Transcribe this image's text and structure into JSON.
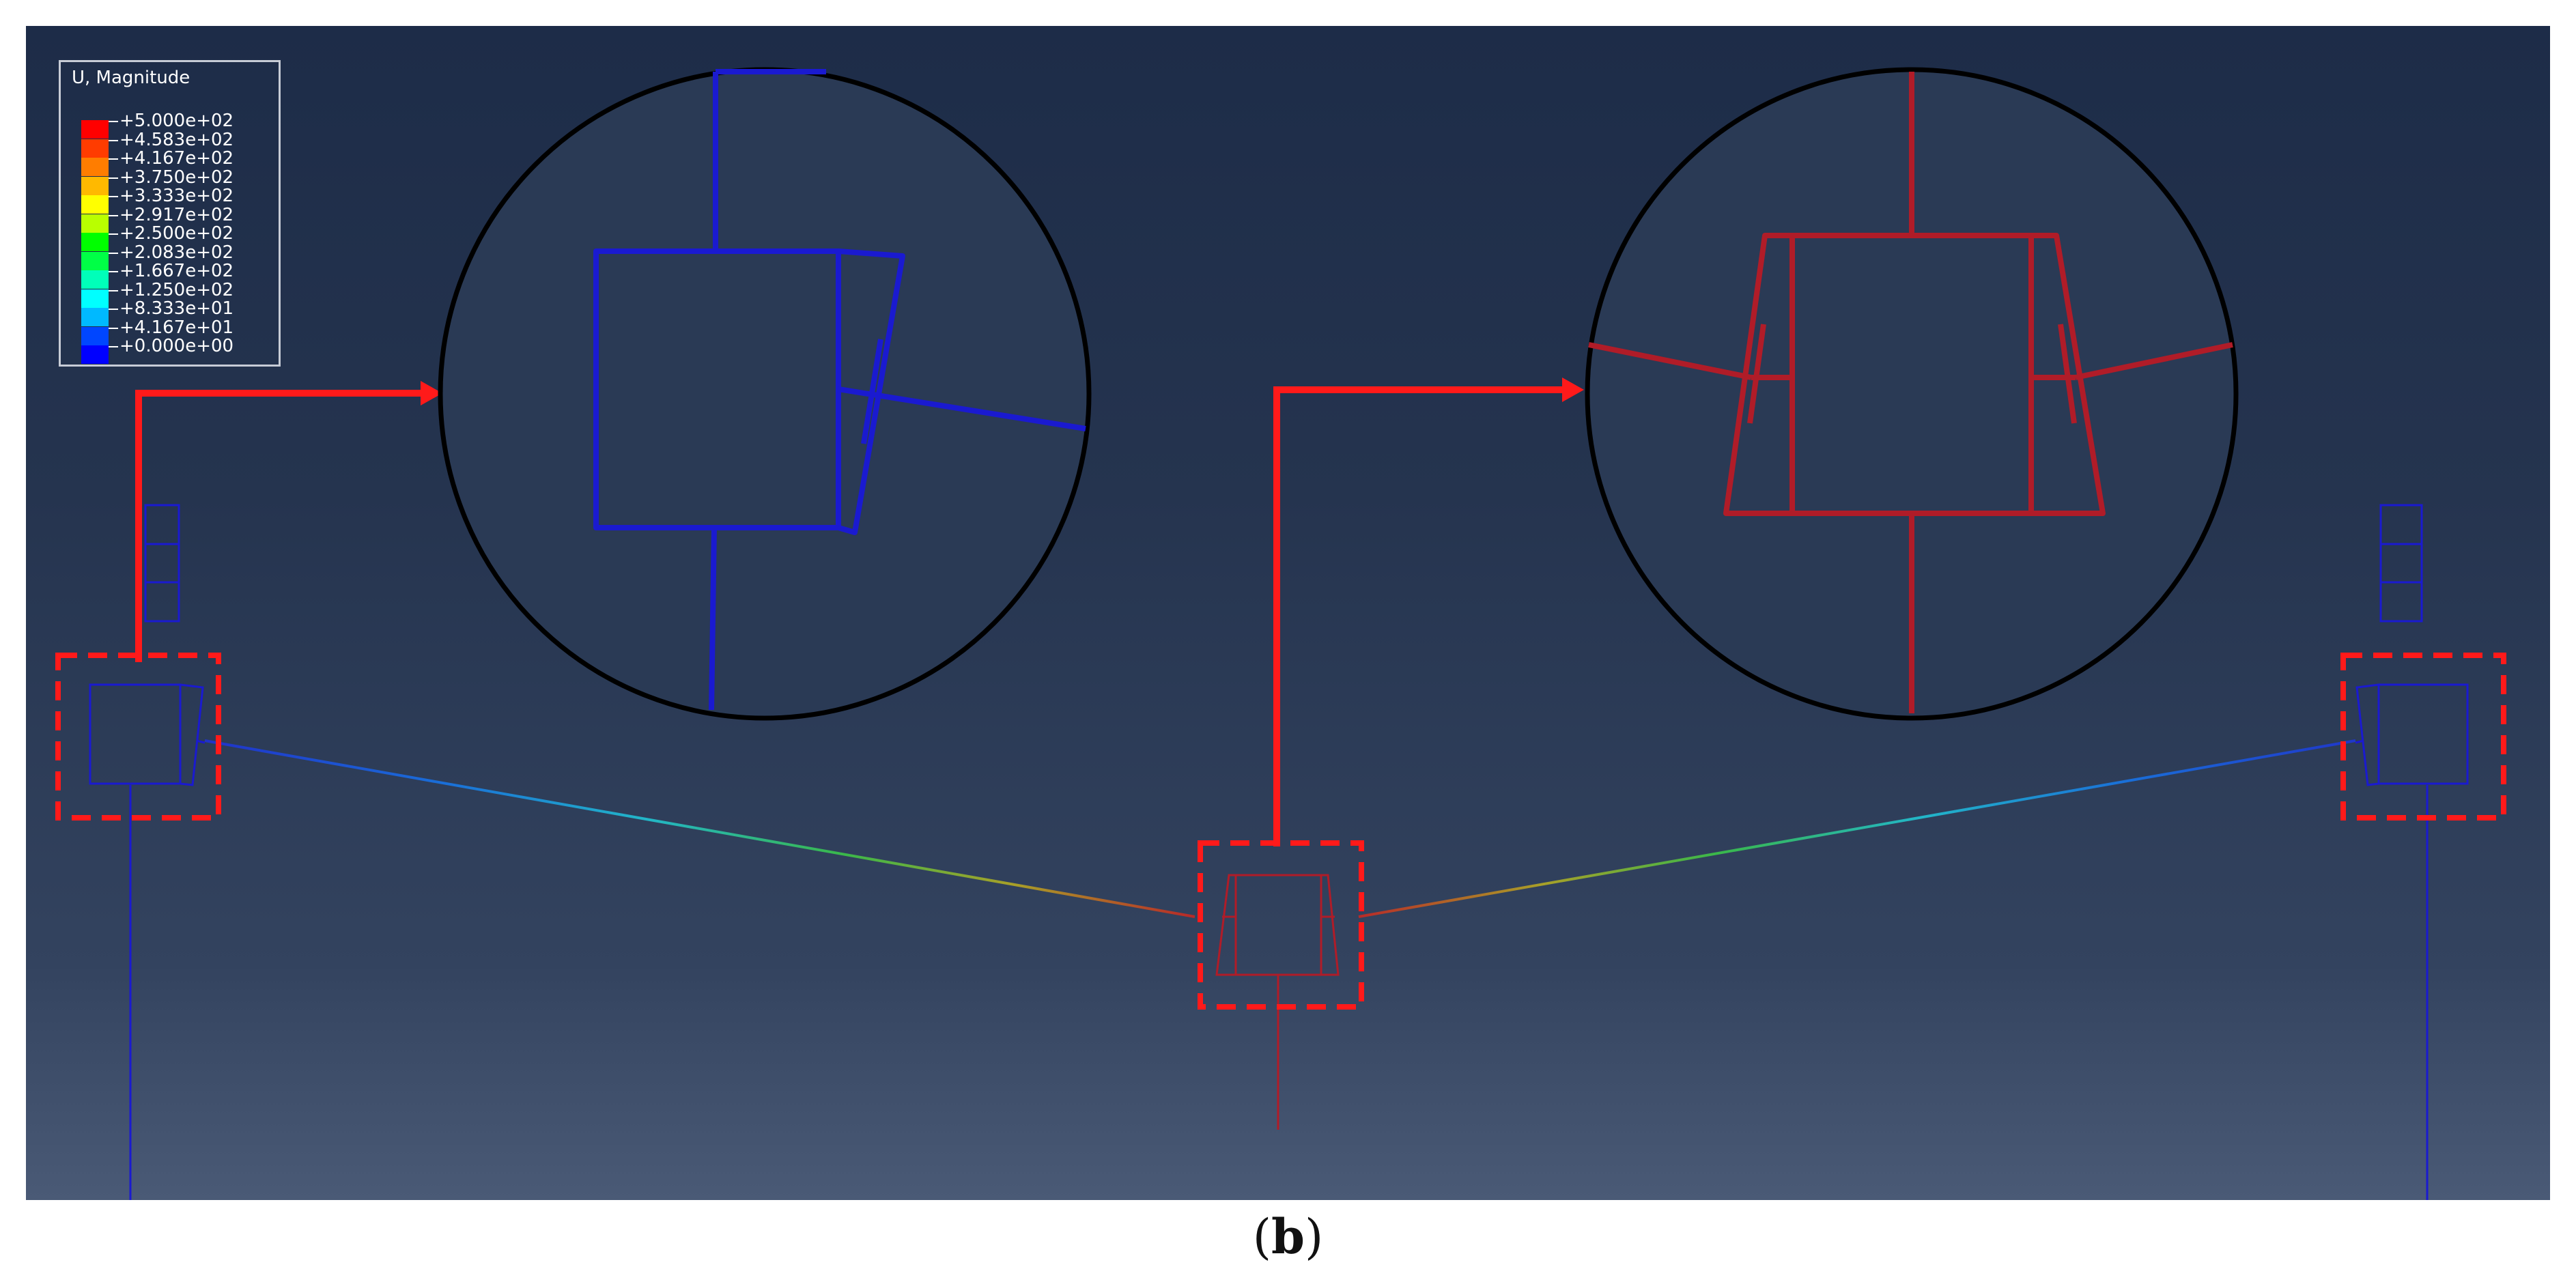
{
  "legend": {
    "title": "U, Magnitude",
    "entries": [
      {
        "label": "+5.000e+02",
        "color": "#ff0000"
      },
      {
        "label": "+4.583e+02",
        "color": "#ff3c00"
      },
      {
        "label": "+4.167e+02",
        "color": "#ff7d00"
      },
      {
        "label": "+3.750e+02",
        "color": "#ffb900"
      },
      {
        "label": "+3.333e+02",
        "color": "#ffff00"
      },
      {
        "label": "+2.917e+02",
        "color": "#b9ff00"
      },
      {
        "label": "+2.500e+02",
        "color": "#00ff00"
      },
      {
        "label": "+2.083e+02",
        "color": "#00ff46"
      },
      {
        "label": "+1.667e+02",
        "color": "#00ffb9"
      },
      {
        "label": "+1.250e+02",
        "color": "#00ffff"
      },
      {
        "label": "+8.333e+01",
        "color": "#00b9ff"
      },
      {
        "label": "+4.167e+01",
        "color": "#0046ff"
      },
      {
        "label": "+0.000e+00",
        "color": "#0000ff"
      }
    ]
  },
  "caption": {
    "open": "(",
    "letter": "b",
    "close": ")"
  },
  "colors": {
    "low_displacement": "#1a1ad0",
    "high_displacement": "#b01c28",
    "highlight": "#ff1a1a",
    "magnifier_border": "#000000"
  }
}
